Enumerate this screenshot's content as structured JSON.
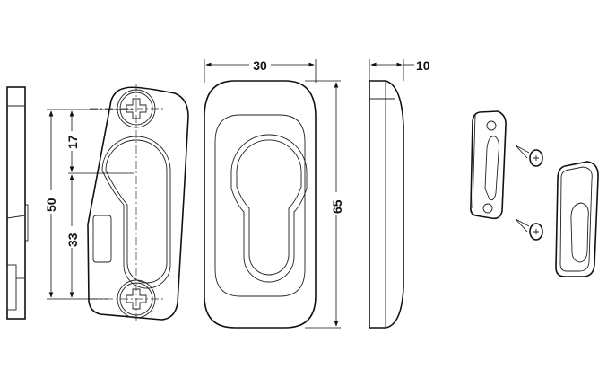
{
  "dimensions": {
    "width_front": "30",
    "depth_side": "10",
    "upper_offset": "17",
    "screw_spacing": "50",
    "lower_offset": "33",
    "height_front": "65"
  },
  "colors": {
    "line": "#111111",
    "background": "#ffffff"
  }
}
